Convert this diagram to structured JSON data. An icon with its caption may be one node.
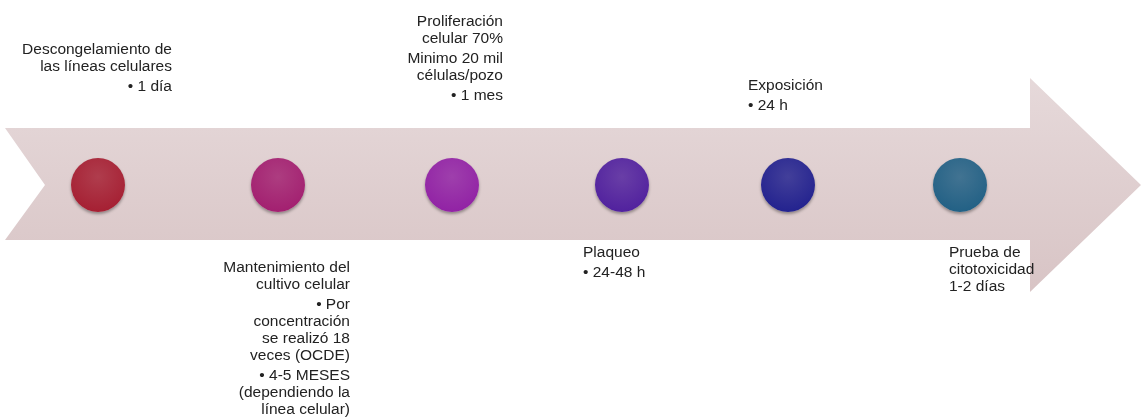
{
  "diagram": {
    "nodes": [
      {
        "text": [],
        "shape": "circle",
        "beside": [
          "Descongelamiento de las líneas celulares",
          "• 1 día"
        ]
      },
      {
        "text": [],
        "shape": "circle",
        "beside": [
          "Mantenimiento del cultivo celular",
          "• Por concentración se realizó 18 veces (OCDE)",
          "• 4-5 MESES (dependiendo la línea celular)"
        ]
      },
      {
        "text": [],
        "shape": "circle",
        "beside": [
          "Proliferación celular 70%",
          "Minimo 20 mil células/pozo",
          "• 1 mes"
        ]
      },
      {
        "text": [],
        "shape": "circle",
        "beside": [
          "Plaqueo",
          "• 24-48 h"
        ]
      },
      {
        "text": [],
        "shape": "circle",
        "beside": [
          "Exposición",
          "• 24 h"
        ]
      },
      {
        "text": [],
        "shape": "circle",
        "beside": [
          "Prueba de citotoxicidad 1-2 días"
        ]
      }
    ],
    "edges": []
  }
}
